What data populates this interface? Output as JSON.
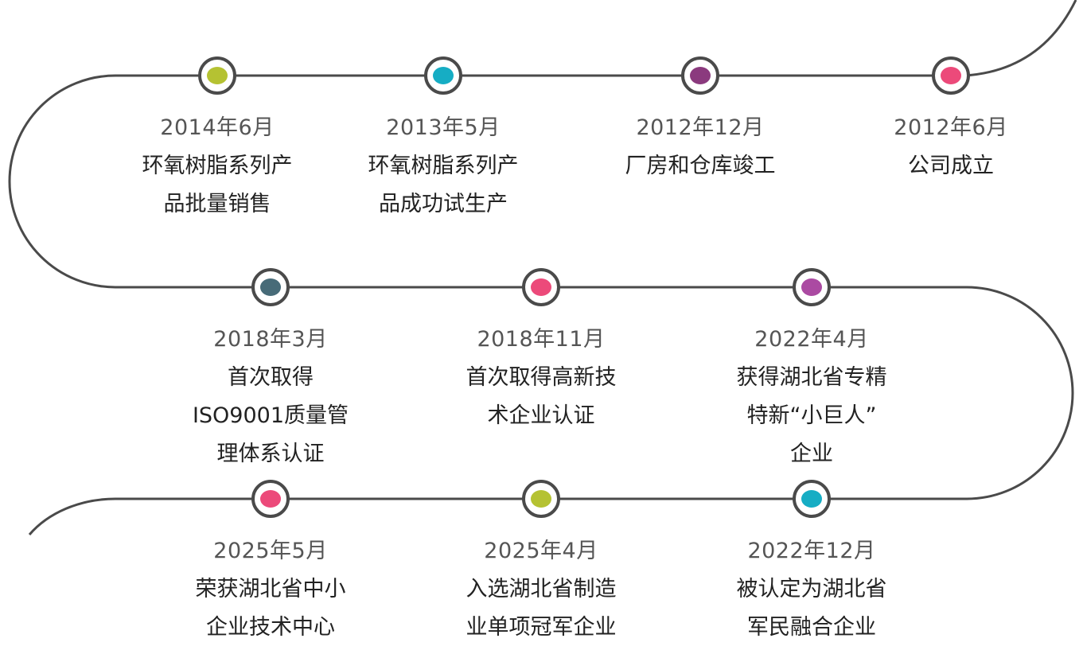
{
  "colors": {
    "path": "#4a4a4a",
    "lime": "#b5c232",
    "teal": "#16adc4",
    "plum": "#8b3a7e",
    "pink": "#ec4a7a",
    "slate": "#476b78",
    "orchid": "#ab4aa2"
  },
  "events": [
    {
      "date": "2012年6月",
      "lines": [
        "公司成立"
      ],
      "color": "#ec4a7a"
    },
    {
      "date": "2012年12月",
      "lines": [
        "厂房和仓库竣工"
      ],
      "color": "#8b3a7e"
    },
    {
      "date": "2013年5月",
      "lines": [
        "环氧树脂系列产",
        "品成功试生产"
      ],
      "color": "#16adc4"
    },
    {
      "date": "2014年6月",
      "lines": [
        "环氧树脂系列产",
        "品批量销售"
      ],
      "color": "#b5c232"
    },
    {
      "date": "2018年3月",
      "lines": [
        "首次取得",
        "ISO9001质量管",
        "理体系认证"
      ],
      "color": "#476b78"
    },
    {
      "date": "2018年11月",
      "lines": [
        "首次取得高新技",
        "术企业认证"
      ],
      "color": "#ec4a7a"
    },
    {
      "date": "2022年4月",
      "lines": [
        "获得湖北省专精",
        "特新“小巨人”",
        "企业"
      ],
      "color": "#ab4aa2"
    },
    {
      "date": "2022年12月",
      "lines": [
        "被认定为湖北省",
        "军民融合企业"
      ],
      "color": "#16adc4"
    },
    {
      "date": "2025年4月",
      "lines": [
        "入选湖北省制造",
        "业单项冠军企业"
      ],
      "color": "#b5c232"
    },
    {
      "date": "2025年5月",
      "lines": [
        "荣获湖北省中小",
        "企业技术中心"
      ],
      "color": "#ec4a7a"
    }
  ]
}
